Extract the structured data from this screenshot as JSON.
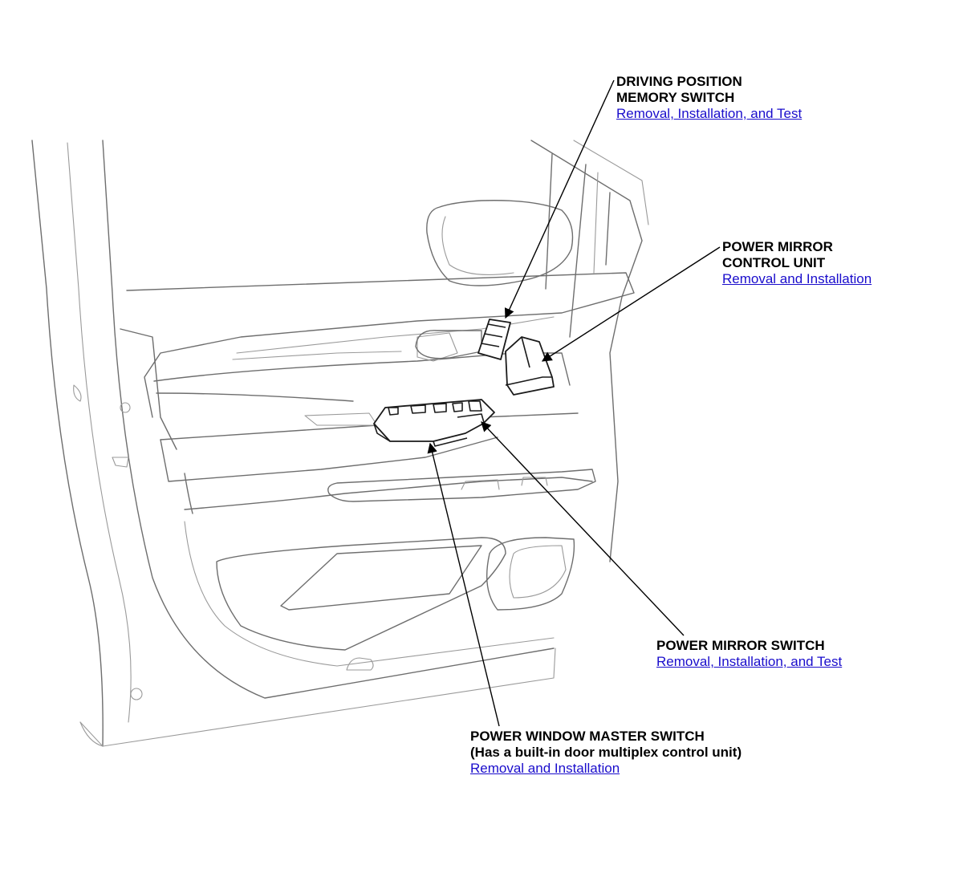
{
  "callouts": {
    "memory_switch": {
      "title_line1": "DRIVING POSITION",
      "title_line2": "MEMORY SWITCH",
      "link": "Removal, Installation, and Test"
    },
    "mirror_control_unit": {
      "title_line1": "POWER MIRROR",
      "title_line2": "CONTROL UNIT",
      "link": "Removal and Installation"
    },
    "mirror_switch": {
      "title_line1": "POWER MIRROR SWITCH",
      "link": "Removal, Installation, and Test"
    },
    "window_master_switch": {
      "title_line1": "POWER WINDOW MASTER SWITCH",
      "title_line2": "(Has a built-in door multiplex control unit)",
      "link": "Removal and Installation"
    }
  },
  "colors": {
    "link": "#1a0dcc",
    "outline": "#6e6e6e",
    "part": "#1a1a1a"
  }
}
